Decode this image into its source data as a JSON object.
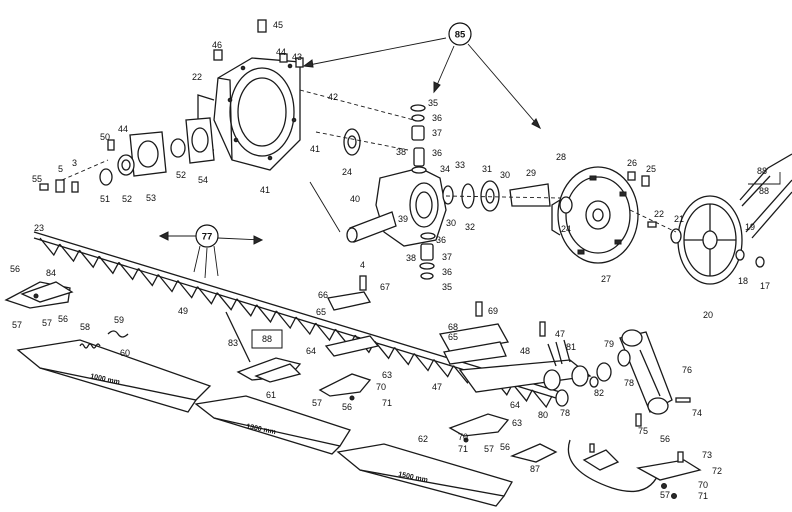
{
  "callouts": [
    {
      "id": "c45",
      "text": "45"
    },
    {
      "id": "c46",
      "text": "46"
    },
    {
      "id": "c44a",
      "text": "44"
    },
    {
      "id": "c43",
      "text": "43"
    },
    {
      "id": "c22a",
      "text": "22"
    },
    {
      "id": "c42",
      "text": "42"
    },
    {
      "id": "c35a",
      "text": "35"
    },
    {
      "id": "c36a",
      "text": "36"
    },
    {
      "id": "c37a",
      "text": "37"
    },
    {
      "id": "c50",
      "text": "50"
    },
    {
      "id": "c44b",
      "text": "44"
    },
    {
      "id": "c41a",
      "text": "41"
    },
    {
      "id": "c38a",
      "text": "38"
    },
    {
      "id": "c36b",
      "text": "36"
    },
    {
      "id": "c24a",
      "text": "24"
    },
    {
      "id": "c28",
      "text": "28"
    },
    {
      "id": "c26",
      "text": "26"
    },
    {
      "id": "c25",
      "text": "25"
    },
    {
      "id": "c3",
      "text": "3"
    },
    {
      "id": "c5",
      "text": "5"
    },
    {
      "id": "c34",
      "text": "34"
    },
    {
      "id": "c33",
      "text": "33"
    },
    {
      "id": "c31",
      "text": "31"
    },
    {
      "id": "c30a",
      "text": "30"
    },
    {
      "id": "c29",
      "text": "29"
    },
    {
      "id": "c55",
      "text": "55"
    },
    {
      "id": "c51",
      "text": "51"
    },
    {
      "id": "c52a",
      "text": "52"
    },
    {
      "id": "c53",
      "text": "53"
    },
    {
      "id": "c52b",
      "text": "52"
    },
    {
      "id": "c54",
      "text": "54"
    },
    {
      "id": "c41b",
      "text": "41"
    },
    {
      "id": "c40",
      "text": "40"
    },
    {
      "id": "c88a",
      "text": "88"
    },
    {
      "id": "c39",
      "text": "39"
    },
    {
      "id": "c30b",
      "text": "30"
    },
    {
      "id": "c32",
      "text": "32"
    },
    {
      "id": "c24b",
      "text": "24"
    },
    {
      "id": "c22b",
      "text": "22"
    },
    {
      "id": "c21",
      "text": "21"
    },
    {
      "id": "c19",
      "text": "19"
    },
    {
      "id": "c23",
      "text": "23"
    },
    {
      "id": "c36c",
      "text": "36"
    },
    {
      "id": "c38b",
      "text": "38"
    },
    {
      "id": "c37b",
      "text": "37"
    },
    {
      "id": "c36d",
      "text": "36"
    },
    {
      "id": "c35b",
      "text": "35"
    },
    {
      "id": "c27",
      "text": "27"
    },
    {
      "id": "c18",
      "text": "18"
    },
    {
      "id": "c17",
      "text": "17"
    },
    {
      "id": "c4",
      "text": "4"
    },
    {
      "id": "c56a",
      "text": "56"
    },
    {
      "id": "c84",
      "text": "84"
    },
    {
      "id": "c67",
      "text": "67"
    },
    {
      "id": "c66",
      "text": "66"
    },
    {
      "id": "c49",
      "text": "49"
    },
    {
      "id": "c20",
      "text": "20"
    },
    {
      "id": "c57a",
      "text": "57"
    },
    {
      "id": "c57b",
      "text": "57"
    },
    {
      "id": "c56b",
      "text": "56"
    },
    {
      "id": "c65a",
      "text": "65"
    },
    {
      "id": "c69",
      "text": "69"
    },
    {
      "id": "c58",
      "text": "58"
    },
    {
      "id": "c59",
      "text": "59"
    },
    {
      "id": "c68",
      "text": "68"
    },
    {
      "id": "c47a",
      "text": "47"
    },
    {
      "id": "c83",
      "text": "83"
    },
    {
      "id": "c65b",
      "text": "65"
    },
    {
      "id": "c81",
      "text": "81"
    },
    {
      "id": "c79",
      "text": "79"
    },
    {
      "id": "c60",
      "text": "60"
    },
    {
      "id": "c64a",
      "text": "64"
    },
    {
      "id": "c48",
      "text": "48"
    },
    {
      "id": "c76",
      "text": "76"
    },
    {
      "id": "c63a",
      "text": "63"
    },
    {
      "id": "c70a",
      "text": "70"
    },
    {
      "id": "c47b",
      "text": "47"
    },
    {
      "id": "c82",
      "text": "82"
    },
    {
      "id": "c78a",
      "text": "78"
    },
    {
      "id": "c57c",
      "text": "57"
    },
    {
      "id": "c56c",
      "text": "56"
    },
    {
      "id": "c71a",
      "text": "71"
    },
    {
      "id": "c64b",
      "text": "64"
    },
    {
      "id": "c80",
      "text": "80"
    },
    {
      "id": "c78b",
      "text": "78"
    },
    {
      "id": "c74",
      "text": "74"
    },
    {
      "id": "c61",
      "text": "61"
    },
    {
      "id": "c75",
      "text": "75"
    },
    {
      "id": "c63b",
      "text": "63"
    },
    {
      "id": "c70b",
      "text": "70"
    },
    {
      "id": "c71b",
      "text": "71"
    },
    {
      "id": "c57d",
      "text": "57"
    },
    {
      "id": "c56d",
      "text": "56"
    },
    {
      "id": "c62",
      "text": "62"
    },
    {
      "id": "c87",
      "text": "87"
    },
    {
      "id": "c56e",
      "text": "56"
    },
    {
      "id": "c73",
      "text": "73"
    },
    {
      "id": "c72",
      "text": "72"
    },
    {
      "id": "c70c",
      "text": "70"
    },
    {
      "id": "c57e",
      "text": "57"
    },
    {
      "id": "c71c",
      "text": "71"
    }
  ],
  "circled": [
    {
      "id": "r85",
      "text": "85"
    },
    {
      "id": "r77",
      "text": "77"
    }
  ],
  "boxed": [
    {
      "id": "b88",
      "text": "88"
    },
    {
      "id": "b88b",
      "text": "88"
    }
  ],
  "plates": [
    {
      "id": "p1",
      "text": "1000 mm"
    },
    {
      "id": "p2",
      "text": "1300 mm"
    },
    {
      "id": "p3",
      "text": "1500 mm"
    }
  ]
}
